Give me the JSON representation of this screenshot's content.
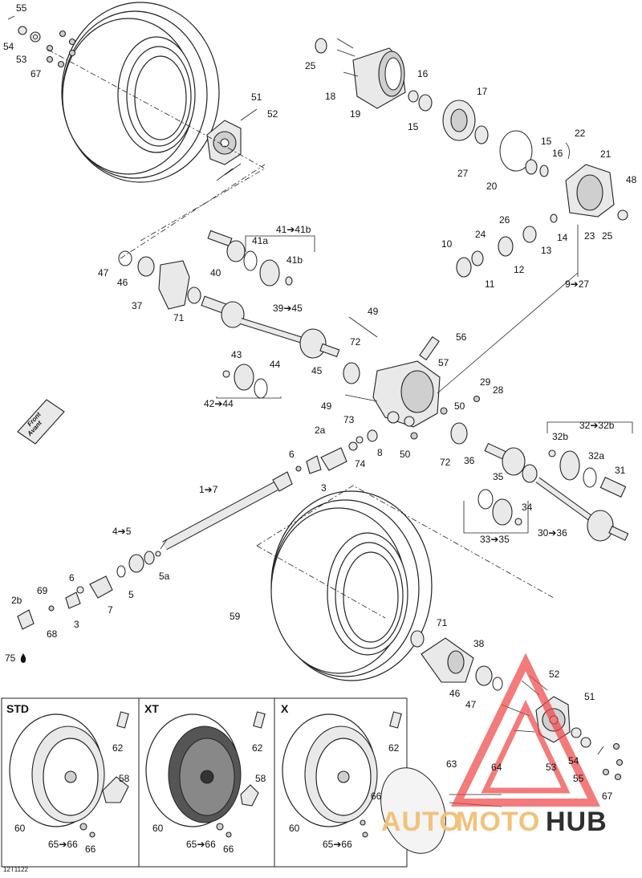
{
  "diagram": {
    "code": "12T1122",
    "front_label": [
      "Front",
      "Avant"
    ],
    "drop_symbol": "drop-icon",
    "panels": {
      "std": "STD",
      "xt": "XT",
      "x": "X"
    },
    "callouts": {
      "c55": "55",
      "c54": "54",
      "c53": "53",
      "c67": "67",
      "c51": "51",
      "c52": "52",
      "c25a": "25",
      "c18": "18",
      "c19": "19",
      "c16a": "16",
      "c15a": "15",
      "c17": "17",
      "c22": "22",
      "c15b": "15",
      "c16b": "16",
      "c21": "21",
      "c48": "48",
      "c27": "27",
      "c20": "20",
      "c26": "26",
      "c24": "24",
      "c10": "10",
      "c11": "11",
      "c12": "12",
      "c13": "13",
      "c14": "14",
      "c23": "23",
      "c25b": "25",
      "c9_27": "9➔27",
      "c41_41b": "41➔41b",
      "c41a": "41a",
      "c41b": "41b",
      "c40": "40",
      "c47a": "47",
      "c46a": "46",
      "c37": "37",
      "c71a": "71",
      "c39_45": "39➔45",
      "c49a": "49",
      "c56": "56",
      "c72a": "72",
      "c57": "57",
      "c45": "45",
      "c43": "43",
      "c44": "44",
      "c42_44": "42➔44",
      "c29": "29",
      "c28": "28",
      "c50a": "50",
      "c49b": "49",
      "c73": "73",
      "c2a": "2a",
      "c8": "8",
      "c74": "74",
      "c50b": "50",
      "c72b": "72",
      "c36a": "36",
      "c32_32b": "32➔32b",
      "c32b": "32b",
      "c32a": "32a",
      "c31": "31",
      "c35": "35",
      "c34": "34",
      "c33_35": "33➔35",
      "c30_36": "30➔36",
      "c6a": "6",
      "c3a": "3",
      "c1_7": "1➔7",
      "c4_5": "4➔5",
      "c5a": "5a",
      "c5": "5",
      "c6b": "6",
      "c69": "69",
      "c2b": "2b",
      "c3b": "3",
      "c7": "7",
      "c68": "68",
      "c75": "75",
      "c59": "59",
      "c71b": "71",
      "c38": "38",
      "c46b": "46",
      "c47b": "47",
      "c52b": "52",
      "c51b": "51",
      "c53b": "53",
      "c54b": "54",
      "c55b": "55",
      "c67b": "67",
      "c62a": "62",
      "c58a": "58",
      "c60a": "60",
      "c65_66a": "65➔66",
      "c66a": "66",
      "c62b": "62",
      "c58b": "58",
      "c60b": "60",
      "c65_66b": "65➔66",
      "c66b": "66",
      "c62c": "62",
      "c63": "63",
      "c64": "64",
      "c66c": "66",
      "c60c": "60",
      "c65_66c": "65➔66"
    }
  },
  "watermark": {
    "part1": "AUTO",
    "part2": "MOTO",
    "part3": "HUB"
  }
}
